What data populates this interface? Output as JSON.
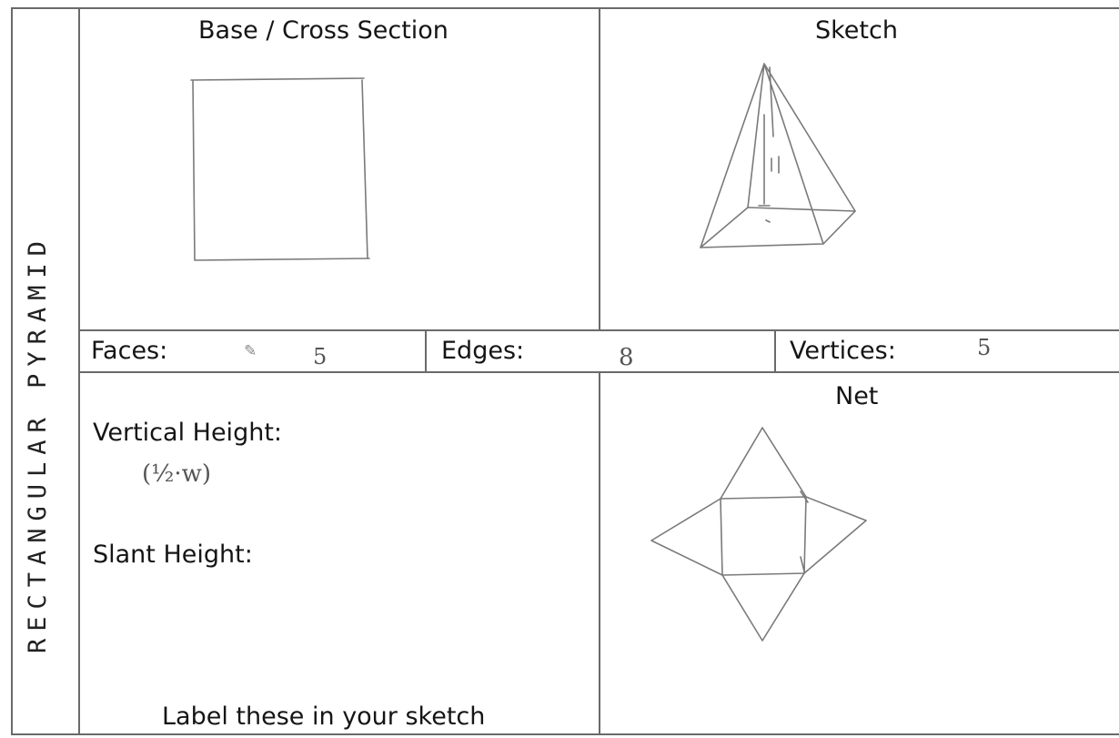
{
  "side_label": "RECTANGULAR   PYRAMID",
  "cells": {
    "base_title": "Base / Cross Section",
    "sketch_title": "Sketch",
    "net_title": "Net",
    "faces_label": "Faces:",
    "faces_value": "5",
    "edges_label": "Edges:",
    "edges_value": "8",
    "vertices_label": "Vertices:",
    "vertices_value": "5",
    "vertical_height_label": "Vertical Height:",
    "vertical_height_value": "(½·w)",
    "slant_height_label": "Slant Height:",
    "footer_note": "Label these in your sketch"
  },
  "colors": {
    "grid_lines": "#6a6a6a",
    "pencil": "#7a7a7a",
    "text": "#151515"
  }
}
